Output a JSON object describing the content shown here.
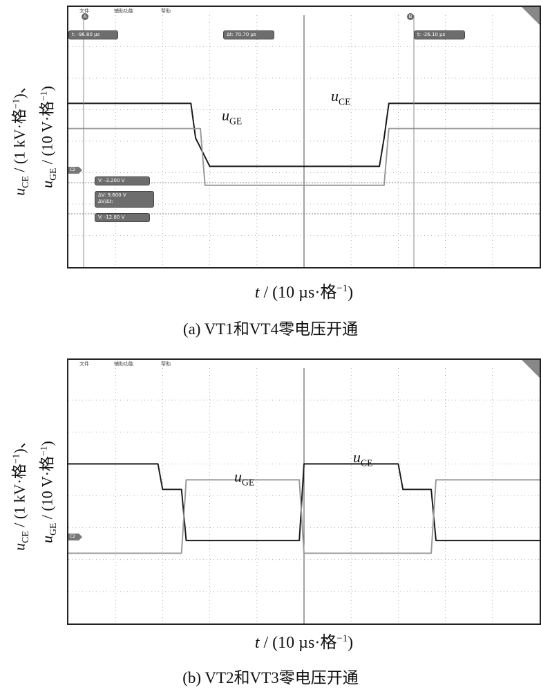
{
  "panels": [
    {
      "id": "a",
      "menu": [
        "文件",
        "辅助功能",
        "帮助"
      ],
      "ylabel_top_html": "u",
      "ylabel_lines": [
        "uCE / (1 kV·格⁻¹)、",
        "uGE / (10 V·格⁻¹)"
      ],
      "xlabel": "t / (10 µs·格⁻¹)",
      "caption": "(a)  VT1和VT4零电压开通",
      "label_uce": "uCE",
      "label_uge": "uGE",
      "cursor_t_a": "t:   -96.80 µs",
      "cursor_dt": "Δt:  70.70 µs",
      "cursor_t_b": "t:   -26.10 µs",
      "cursor_v1": "V:   -3.200  V",
      "cursor_dv": "ΔV:       9.600  V",
      "cursor_dvdt": "ΔV/Δt:",
      "cursor_v2": "V:   -12.80  V",
      "badge_a": "A",
      "badge_b": "B",
      "ch_tag": "C2"
    },
    {
      "id": "b",
      "menu": [
        "文件",
        "辅助功能",
        "帮助"
      ],
      "xlabel": "t / (10 µs·格⁻¹)",
      "caption": "(b)  VT2和VT3零电压开通",
      "label_uce": "uCE",
      "label_uge": "uGE",
      "ch_tag": "C2"
    }
  ],
  "chart_data": [
    {
      "type": "line",
      "title": "(a)  VT1和VT4零电压开通",
      "xlabel": "t / (10 µs·格⁻¹)",
      "ylabel": "uCE / (1 kV·格⁻¹)、uGE / (10 V·格⁻¹)",
      "x_unit": "div (10 µs/div)",
      "xlim": [
        0,
        10
      ],
      "ylim": [
        0,
        8
      ],
      "grid": true,
      "series": [
        {
          "name": "uCE",
          "x": [
            0,
            2.6,
            2.7,
            3.0,
            3.1,
            6.6,
            6.7,
            6.8,
            10
          ],
          "y": [
            5.2,
            5.2,
            4.1,
            3.2,
            3.2,
            3.2,
            4.1,
            5.2,
            5.2
          ]
        },
        {
          "name": "uGE",
          "x": [
            0,
            2.8,
            2.9,
            6.7,
            6.8,
            10
          ],
          "y": [
            4.4,
            4.4,
            2.6,
            2.6,
            4.4,
            4.4
          ]
        }
      ],
      "cursors": {
        "A_t_us": -96.8,
        "B_t_us": -26.1,
        "dt_us": 70.7,
        "V1_V": -3.2,
        "V2_V": -12.8,
        "dV_V": 9.6
      }
    },
    {
      "type": "line",
      "title": "(b)  VT2和VT3零电压开通",
      "xlabel": "t / (10 µs·格⁻¹)",
      "ylabel": "uCE / (1 kV·格⁻¹)、uGE / (10 V·格⁻¹)",
      "x_unit": "div (10 µs/div)",
      "xlim": [
        0,
        10
      ],
      "ylim": [
        0,
        8
      ],
      "grid": true,
      "series": [
        {
          "name": "uCE",
          "x": [
            0,
            1.9,
            2.0,
            2.4,
            2.5,
            4.9,
            5.0,
            7.0,
            7.1,
            7.7,
            7.8,
            10
          ],
          "y": [
            5.0,
            5.0,
            4.2,
            4.2,
            2.6,
            2.6,
            5.0,
            5.0,
            4.2,
            4.2,
            2.6,
            2.6
          ]
        },
        {
          "name": "uGE",
          "x": [
            0,
            2.4,
            2.5,
            4.9,
            5.0,
            7.7,
            7.8,
            10
          ],
          "y": [
            2.2,
            2.2,
            4.5,
            4.5,
            2.2,
            2.2,
            4.5,
            4.5
          ]
        }
      ]
    }
  ]
}
